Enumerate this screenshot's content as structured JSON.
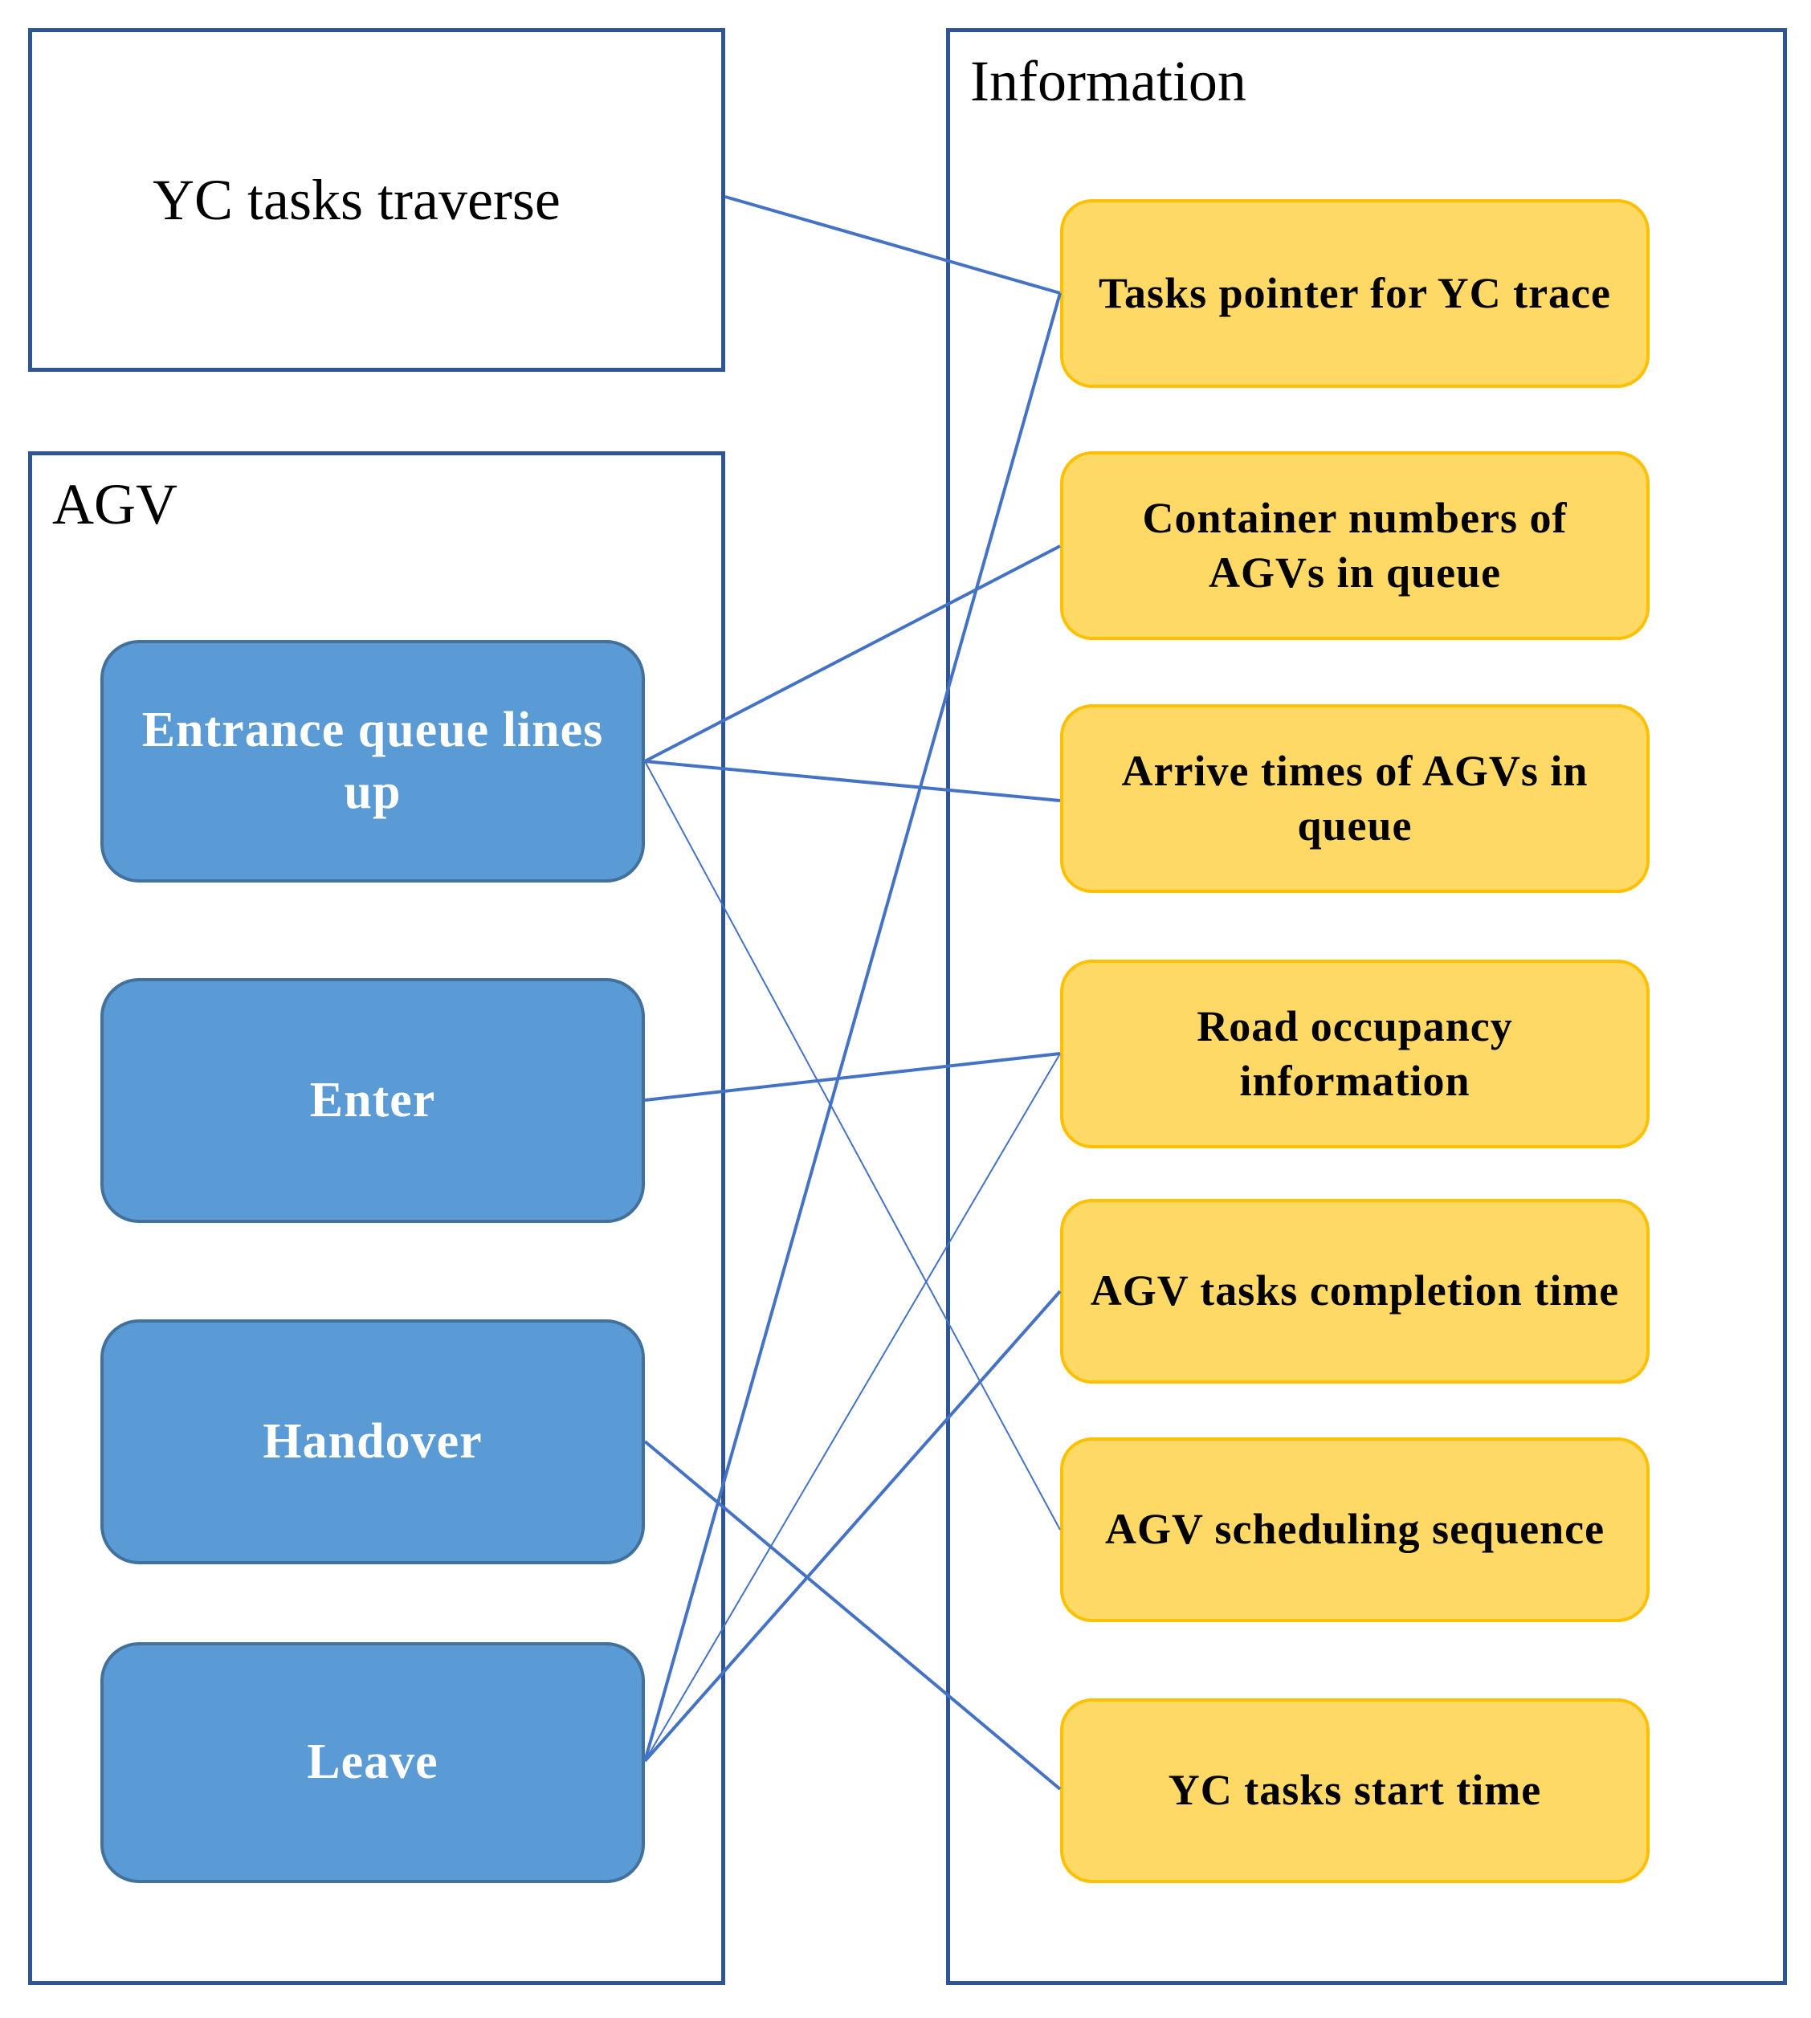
{
  "yc_panel": {
    "title": "YC tasks traverse"
  },
  "agv_panel": {
    "title": "AGV",
    "events": [
      {
        "id": "queue",
        "label": "Entrance queue lines up"
      },
      {
        "id": "enter",
        "label": "Enter"
      },
      {
        "id": "handover",
        "label": "Handover"
      },
      {
        "id": "leave",
        "label": "Leave"
      }
    ]
  },
  "info_panel": {
    "title": "Information",
    "items": [
      {
        "id": "pointer",
        "label": "Tasks pointer for YC trace"
      },
      {
        "id": "container",
        "label": "Container numbers of AGVs in queue"
      },
      {
        "id": "arrive",
        "label": "Arrive times of AGVs in queue"
      },
      {
        "id": "road",
        "label": "Road occupancy information"
      },
      {
        "id": "completion",
        "label": "AGV tasks completion time"
      },
      {
        "id": "sequence",
        "label": "AGV scheduling sequence"
      },
      {
        "id": "start",
        "label": "YC tasks start time"
      }
    ]
  },
  "links": [
    [
      "yc",
      "pointer"
    ],
    [
      "queue",
      "container"
    ],
    [
      "queue",
      "arrive"
    ],
    [
      "queue",
      "sequence"
    ],
    [
      "enter",
      "road"
    ],
    [
      "handover",
      "start"
    ],
    [
      "leave",
      "pointer"
    ],
    [
      "leave",
      "road"
    ],
    [
      "leave",
      "completion"
    ]
  ],
  "colors": {
    "panel_border": "#2f5597",
    "link": "#4472c4",
    "event_fill": "#5b9bd5",
    "info_fill": "#ffd966"
  }
}
